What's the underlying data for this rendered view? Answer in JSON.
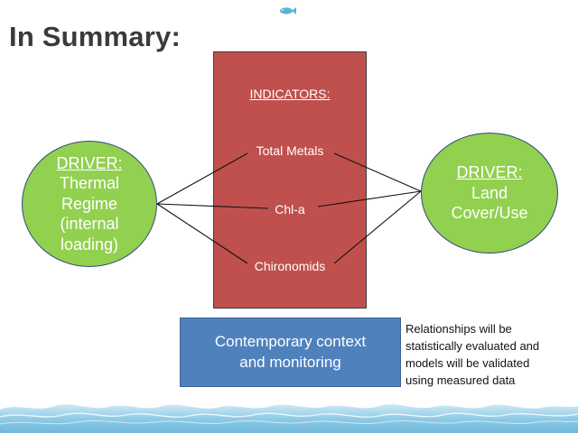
{
  "slide": {
    "title": "In Summary:",
    "indicators": {
      "heading": "INDICATORS:",
      "items": [
        "Total Metals",
        "Chl-a",
        "Chironomids"
      ]
    },
    "driver_left": {
      "heading": "DRIVER:",
      "lines": [
        "Thermal",
        "Regime",
        "(internal",
        "loading)"
      ]
    },
    "driver_right": {
      "heading": "DRIVER:",
      "lines": [
        "Land",
        "Cover/Use"
      ]
    },
    "context": {
      "lines": [
        "Contemporary context",
        "and monitoring"
      ]
    },
    "note": {
      "lines": [
        "Relationships will be",
        "statistically evaluated and",
        "models will be validated",
        "using measured data"
      ]
    }
  },
  "colors": {
    "indicator_box": "#c0504d",
    "driver_fill": "#92d050",
    "context_fill": "#4f81bd",
    "title_text": "#3a3a3a"
  },
  "icons": {
    "top_decoration": "fish-icon",
    "bottom_decoration": "water-waves-icon"
  }
}
